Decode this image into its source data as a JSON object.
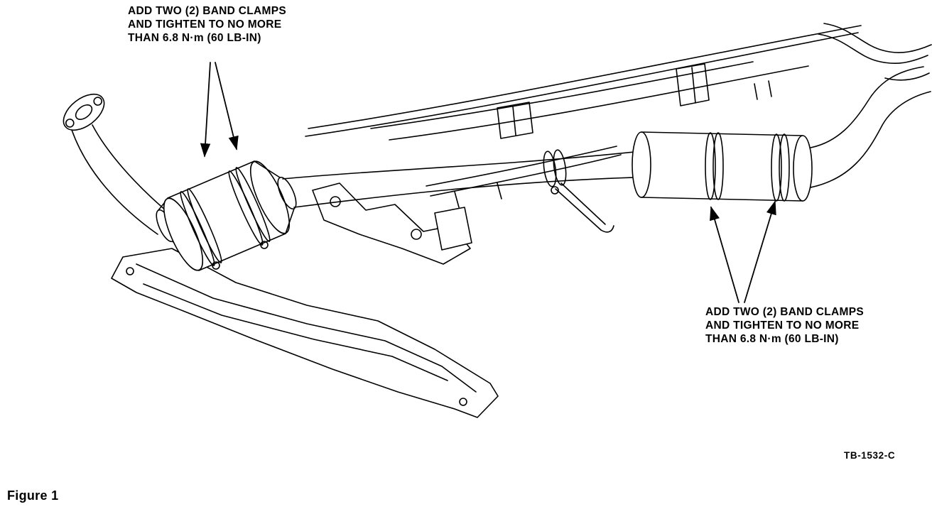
{
  "figure": {
    "caption": "Figure 1",
    "code": "TB-1532-C"
  },
  "annotations": {
    "left": {
      "lines": [
        "ADD TWO (2) BAND CLAMPS",
        "AND TIGHTEN TO NO MORE",
        "THAN 6.8 N·m (60 LB-IN)"
      ]
    },
    "right": {
      "lines": [
        "ADD TWO (2) BAND CLAMPS",
        "AND TIGHTEN TO NO MORE",
        "THAN 6.8 N·m (60 LB-IN)"
      ]
    }
  },
  "colors": {
    "ink": "#000000",
    "background": "#ffffff"
  }
}
